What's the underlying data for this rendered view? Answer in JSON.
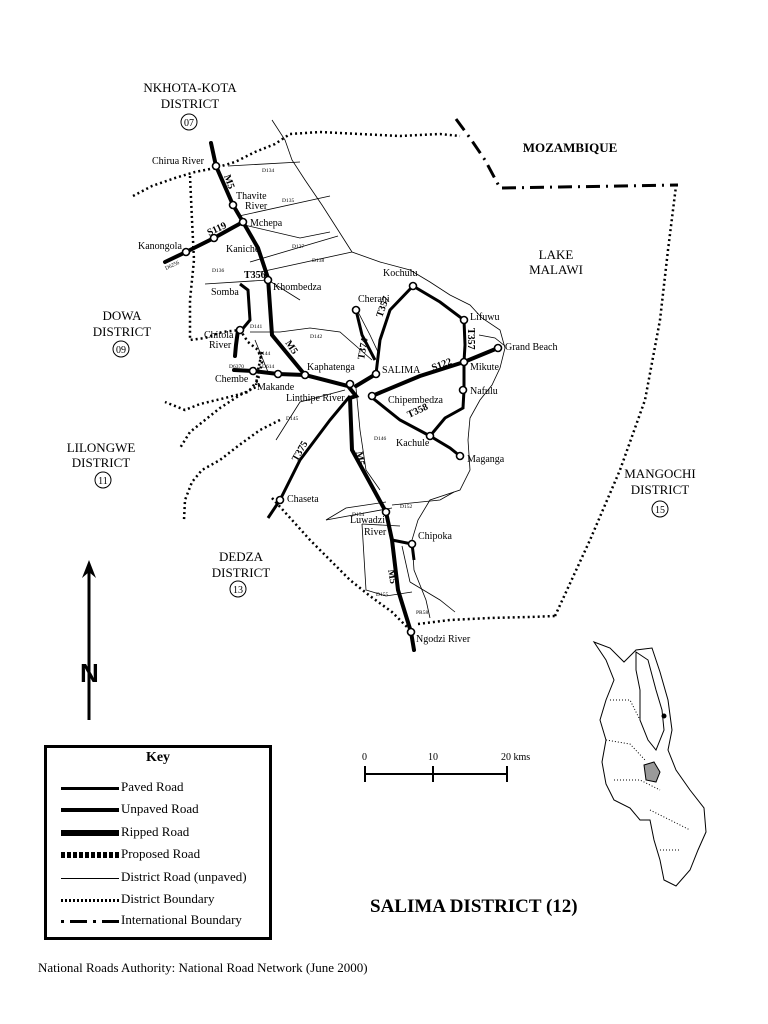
{
  "map": {
    "title": "SALIMA DISTRICT (12)",
    "source": "National Roads Authority: National Road Network (June 2000)",
    "north_label": "N",
    "scale": {
      "ticks": [
        "0",
        "10",
        "20 kms"
      ]
    },
    "regions": {
      "mozambique": "MOZAMBIQUE",
      "lake_line1": "LAKE",
      "lake_line2": "MALAWI"
    },
    "districts": [
      {
        "line1": "NKHOTA-KOTA",
        "line2": "DISTRICT",
        "code": "07"
      },
      {
        "line1": "DOWA",
        "line2": "DISTRICT",
        "code": "09"
      },
      {
        "line1": "LILONGWE",
        "line2": "DISTRICT",
        "code": "11"
      },
      {
        "line1": "DEDZA",
        "line2": "DISTRICT",
        "code": "13"
      },
      {
        "line1": "MANGOCHI",
        "line2": "DISTRICT",
        "code": "15"
      }
    ],
    "places": {
      "chirua_river": "Chirua River",
      "thavite_river_1": "Thavite",
      "thavite_river_2": "River",
      "mchepa": "Mchepa",
      "kanongola": "Kanongola",
      "kaniche": "Kaniche",
      "somba": "Somba",
      "khombedza": "Khombedza",
      "chitola_1": "Chitola",
      "chitola_2": "River",
      "chembe": "Chembe",
      "makande": "Makande",
      "kaphatenga": "Kaphatenga",
      "linthipe": "Linthipe River",
      "salima": "SALIMA",
      "chipembedza": "Chipembedza",
      "cherani": "Cherani",
      "kochulu": "Kochulu",
      "lifuwu": "Lifuwu",
      "grand_beach": "Grand Beach",
      "mikute": "Mikute",
      "nafulu": "Nafulu",
      "kachule": "Kachule",
      "maganga": "Maganga",
      "chaseta": "Chaseta",
      "luwadzi_1": "Luwadzi",
      "luwadzi_2": "River",
      "chipoka": "Chipoka",
      "ngodzi": "Ngodzi River"
    },
    "road_labels": {
      "m5_a": "M5",
      "m5_b": "M5",
      "m5_c": "M5",
      "m5_d": "M5",
      "s119": "S119",
      "t356": "T356",
      "s122": "S122",
      "t357_a": "T357",
      "t357_b": "T357",
      "t358": "T358",
      "t375": "T375",
      "t374": "T374",
      "d134": "D134",
      "d135": "D135",
      "d136": "D136",
      "d137": "D137",
      "d138": "D138",
      "d141": "D141",
      "d142": "D142",
      "d144": "D144",
      "d145": "D145",
      "d146": "D146",
      "d152": "D152",
      "d154": "D154",
      "d155": "D155",
      "d370": "D6370",
      "d614": "D614",
      "r256": "D6256",
      "pr58": "PR58"
    },
    "legend": {
      "title": "Key",
      "items": [
        {
          "label": "Paved Road"
        },
        {
          "label": "Unpaved Road"
        },
        {
          "label": "Ripped Road"
        },
        {
          "label": "Proposed Road"
        },
        {
          "label": "District Road (unpaved)"
        },
        {
          "label": "District Boundary"
        },
        {
          "label": "International Boundary"
        }
      ]
    },
    "colors": {
      "ink": "#000000",
      "inset_highlight": "#9a9a9a",
      "background": "#ffffff"
    }
  }
}
